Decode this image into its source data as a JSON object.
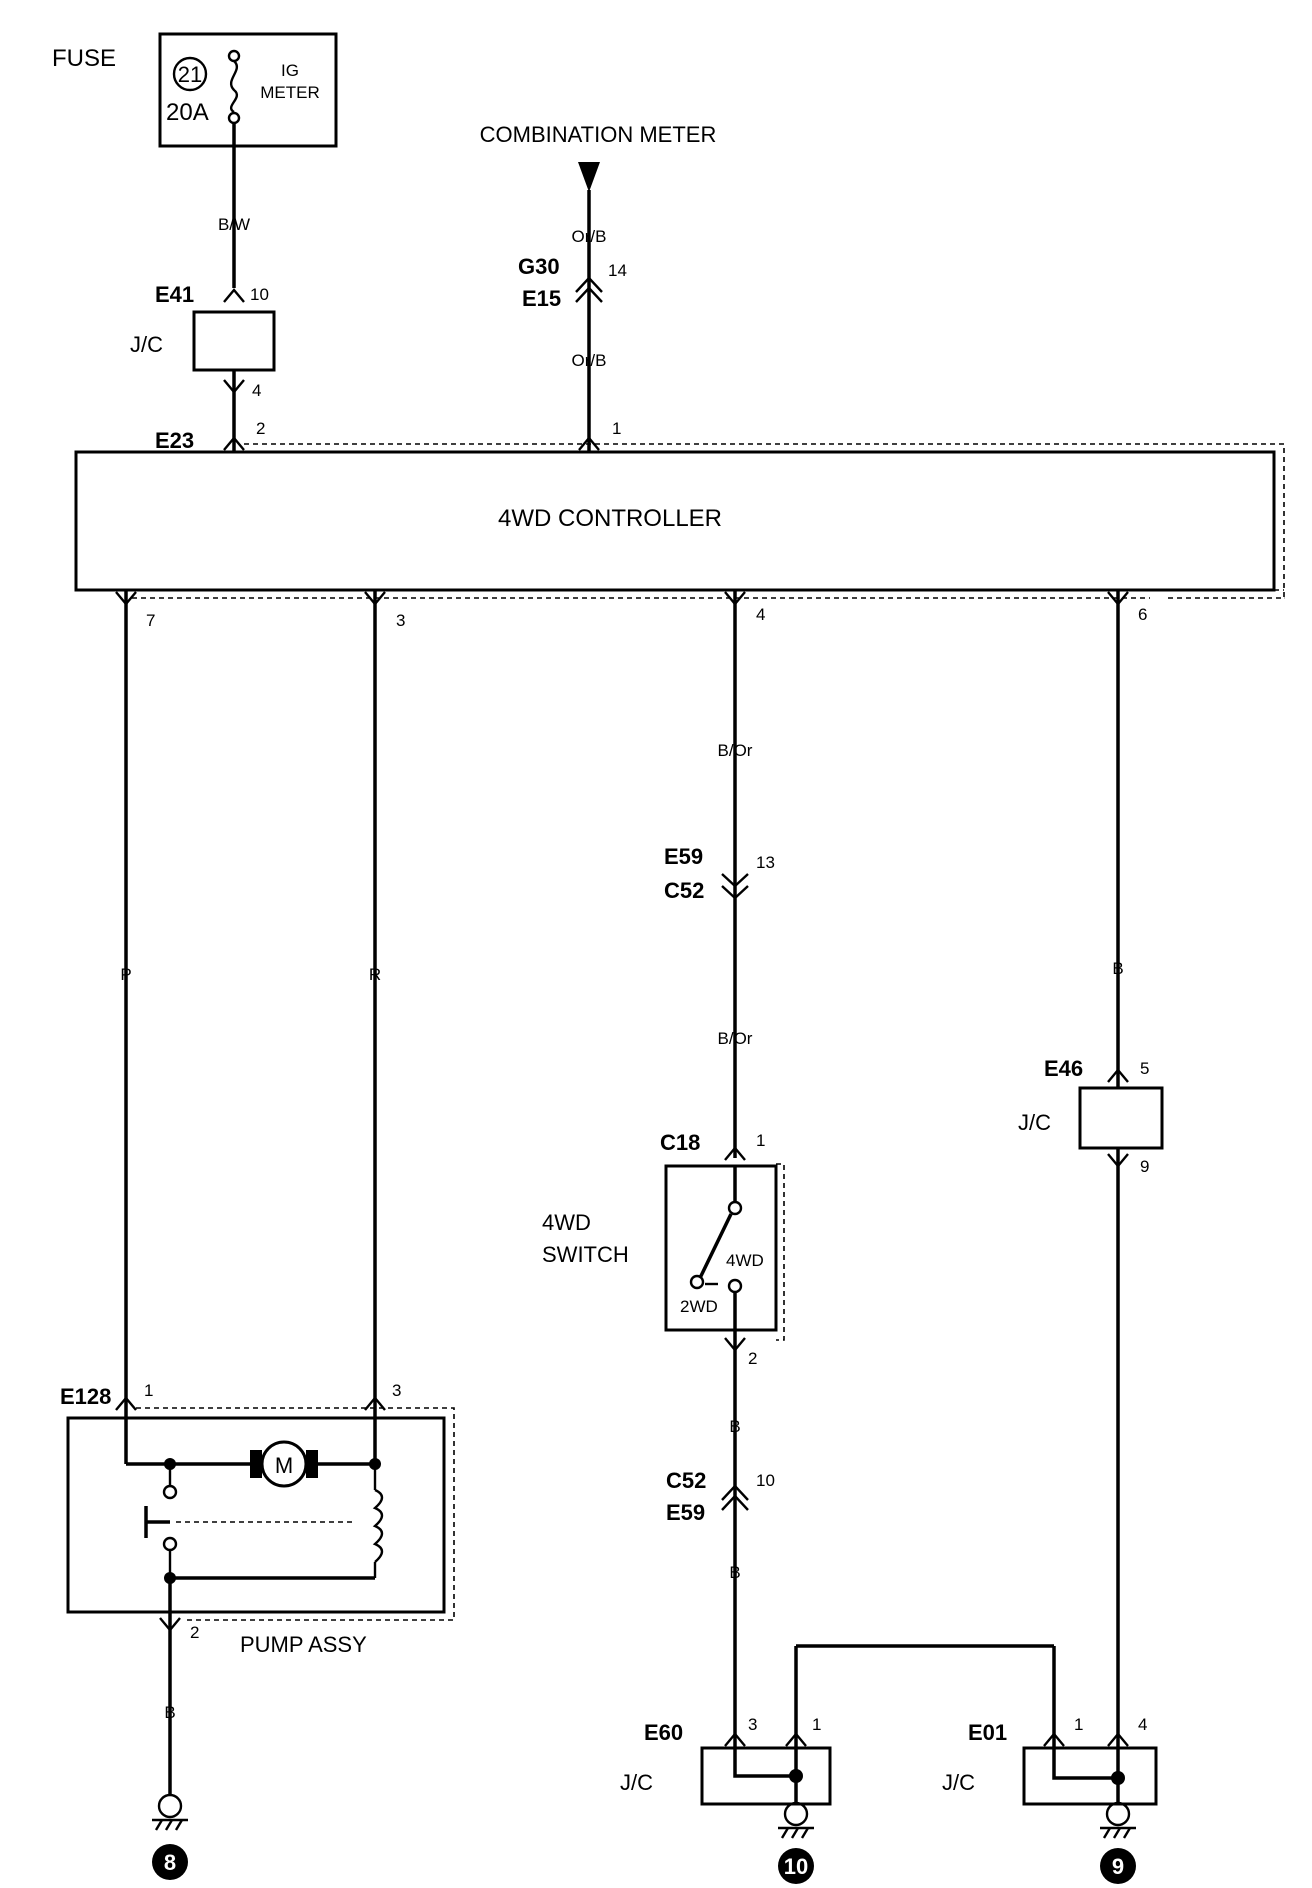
{
  "fuse": {
    "label": "FUSE",
    "number": "21",
    "rating": "20A",
    "name_line1": "IG",
    "name_line2": "METER"
  },
  "combination_meter": "COMBINATION METER",
  "controller": "4WD CONTROLLER",
  "pump_assy": "PUMP ASSY",
  "switch": {
    "line1": "4WD",
    "line2": "SWITCH",
    "pos_4wd": "4WD",
    "pos_2wd": "2WD"
  },
  "motor": "M",
  "jc": "J/C",
  "connectors": {
    "e41": "E41",
    "e23": "E23",
    "g30": "G30",
    "e15": "E15",
    "e59_top": "E59",
    "c52_top": "C52",
    "c18": "C18",
    "e46": "E46",
    "e128": "E128",
    "c52_bot": "C52",
    "e59_bot": "E59",
    "e60": "E60",
    "e01": "E01"
  },
  "pins": {
    "e41_in": "10",
    "e41_out": "4",
    "e23_2": "2",
    "e23_1": "1",
    "g30": "14",
    "c7": "7",
    "c3": "3",
    "c4": "4",
    "c6": "6",
    "e59_top": "13",
    "c18_1": "1",
    "c18_2": "2",
    "e46_in": "5",
    "e46_out": "9",
    "e128_1": "1",
    "e128_3": "3",
    "e128_2": "2",
    "c52_bot": "10",
    "e60_3": "3",
    "e60_1": "1",
    "e01_1": "1",
    "e01_4": "4"
  },
  "wires": {
    "fuse_out": "B/W",
    "meter_top": "Or/B",
    "meter_bot": "Or/B",
    "p": "P",
    "r": "R",
    "bor_top": "B/Or",
    "bor_bot": "B/Or",
    "b6": "B",
    "b_sw": "B",
    "b_e59": "B",
    "b_pump": "B"
  },
  "grounds": {
    "g8": "8",
    "g10": "10",
    "g9": "9"
  }
}
